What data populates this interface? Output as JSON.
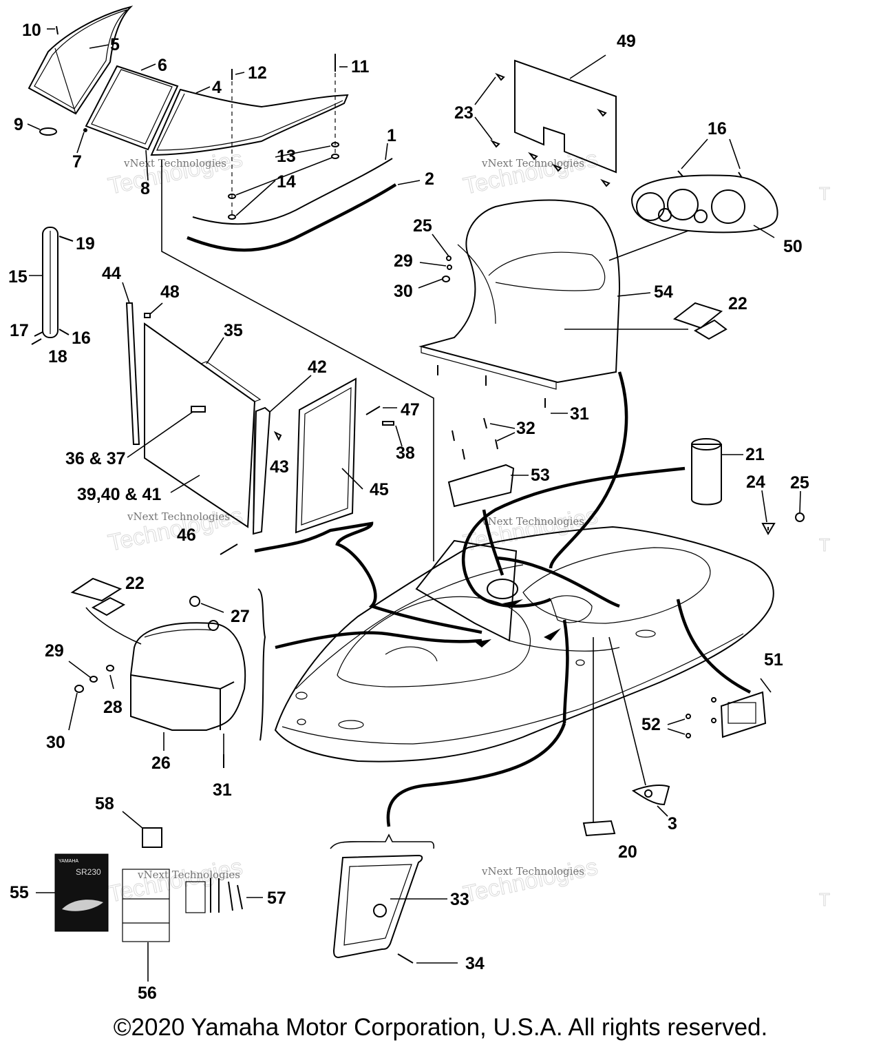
{
  "diagram": {
    "callouts": [
      {
        "id": "c10",
        "text": "10"
      },
      {
        "id": "c5",
        "text": "5"
      },
      {
        "id": "c6",
        "text": "6"
      },
      {
        "id": "c4",
        "text": "4"
      },
      {
        "id": "c12",
        "text": "12"
      },
      {
        "id": "c11",
        "text": "11"
      },
      {
        "id": "c9",
        "text": "9"
      },
      {
        "id": "c7",
        "text": "7"
      },
      {
        "id": "c8",
        "text": "8"
      },
      {
        "id": "c13",
        "text": "13"
      },
      {
        "id": "c14",
        "text": "14"
      },
      {
        "id": "c1",
        "text": "1"
      },
      {
        "id": "c2",
        "text": "2"
      },
      {
        "id": "c49",
        "text": "49"
      },
      {
        "id": "c23",
        "text": "23"
      },
      {
        "id": "c16a",
        "text": "16"
      },
      {
        "id": "c50",
        "text": "50"
      },
      {
        "id": "c25a",
        "text": "25"
      },
      {
        "id": "c29a",
        "text": "29"
      },
      {
        "id": "c30a",
        "text": "30"
      },
      {
        "id": "c54",
        "text": "54"
      },
      {
        "id": "c22a",
        "text": "22"
      },
      {
        "id": "c31a",
        "text": "31"
      },
      {
        "id": "c19",
        "text": "19"
      },
      {
        "id": "c15",
        "text": "15"
      },
      {
        "id": "c17",
        "text": "17"
      },
      {
        "id": "c16b",
        "text": "16"
      },
      {
        "id": "c18",
        "text": "18"
      },
      {
        "id": "c44",
        "text": "44"
      },
      {
        "id": "c48",
        "text": "48"
      },
      {
        "id": "c35",
        "text": "35"
      },
      {
        "id": "c42",
        "text": "42"
      },
      {
        "id": "c47",
        "text": "47"
      },
      {
        "id": "c38",
        "text": "38"
      },
      {
        "id": "c36",
        "text": "36 & 37"
      },
      {
        "id": "c43",
        "text": "43"
      },
      {
        "id": "c39",
        "text": "39,40 & 41"
      },
      {
        "id": "c45",
        "text": "45"
      },
      {
        "id": "c46",
        "text": "46"
      },
      {
        "id": "c32",
        "text": "32"
      },
      {
        "id": "c21",
        "text": "21"
      },
      {
        "id": "c53",
        "text": "53"
      },
      {
        "id": "c24",
        "text": "24"
      },
      {
        "id": "c25b",
        "text": "25"
      },
      {
        "id": "c22b",
        "text": "22"
      },
      {
        "id": "c27",
        "text": "27"
      },
      {
        "id": "c29b",
        "text": "29"
      },
      {
        "id": "c28",
        "text": "28"
      },
      {
        "id": "c30b",
        "text": "30"
      },
      {
        "id": "c26",
        "text": "26"
      },
      {
        "id": "c31b",
        "text": "31"
      },
      {
        "id": "c51",
        "text": "51"
      },
      {
        "id": "c52",
        "text": "52"
      },
      {
        "id": "c3",
        "text": "3"
      },
      {
        "id": "c20",
        "text": "20"
      },
      {
        "id": "c58",
        "text": "58"
      },
      {
        "id": "c55",
        "text": "55"
      },
      {
        "id": "c57",
        "text": "57"
      },
      {
        "id": "c56",
        "text": "56"
      },
      {
        "id": "c33",
        "text": "33"
      },
      {
        "id": "c34",
        "text": "34"
      }
    ],
    "watermark_line1": "vNext Technologies",
    "watermark_big": "Technologies",
    "watermark_small": "vNext",
    "edge_mark": "T",
    "manual_brand": "YAMAHA",
    "manual_model": "SR230"
  },
  "copyright": "©2020 Yamaha Motor Corporation, U.S.A. All rights reserved."
}
